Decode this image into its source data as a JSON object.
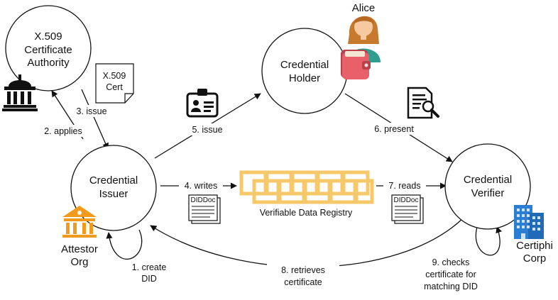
{
  "nodes": {
    "certificate_authority": [
      "X.509",
      "Certificate",
      "Authority"
    ],
    "credential_holder": [
      "Credential",
      "Holder"
    ],
    "credential_issuer": [
      "Credential",
      "Issuer"
    ],
    "credential_verifier": [
      "Credential",
      "Verifier"
    ]
  },
  "actors": {
    "alice": "Alice",
    "attestor": [
      "Attestor",
      "Org"
    ],
    "certiphi": [
      "Certiphi",
      "Corp"
    ]
  },
  "documents": {
    "x509_cert": [
      "X.509",
      "Cert"
    ],
    "diddoc_left": "DIDDoc",
    "diddoc_right": "DIDDoc"
  },
  "registry_label": "Verifiable Data Registry",
  "edges": {
    "e1": [
      "1. create",
      "DID"
    ],
    "e2": "2. applies",
    "e3": "3. issue",
    "e4": "4. writes",
    "e5": "5. issue",
    "e6": "6. present",
    "e7": "7. reads",
    "e8": [
      "8. retrieves",
      "certificate"
    ],
    "e9": [
      "9. checks",
      "certificate for",
      "matching DID"
    ]
  },
  "colors": {
    "registry_gold": "#f5c96a",
    "registry_gold_dark": "#e8b24a",
    "wallet_red": "#e8606a",
    "bank_orange": "#f29a1b",
    "building_blue": "#2a7fd4",
    "alice_teal": "#2f9e8f"
  }
}
